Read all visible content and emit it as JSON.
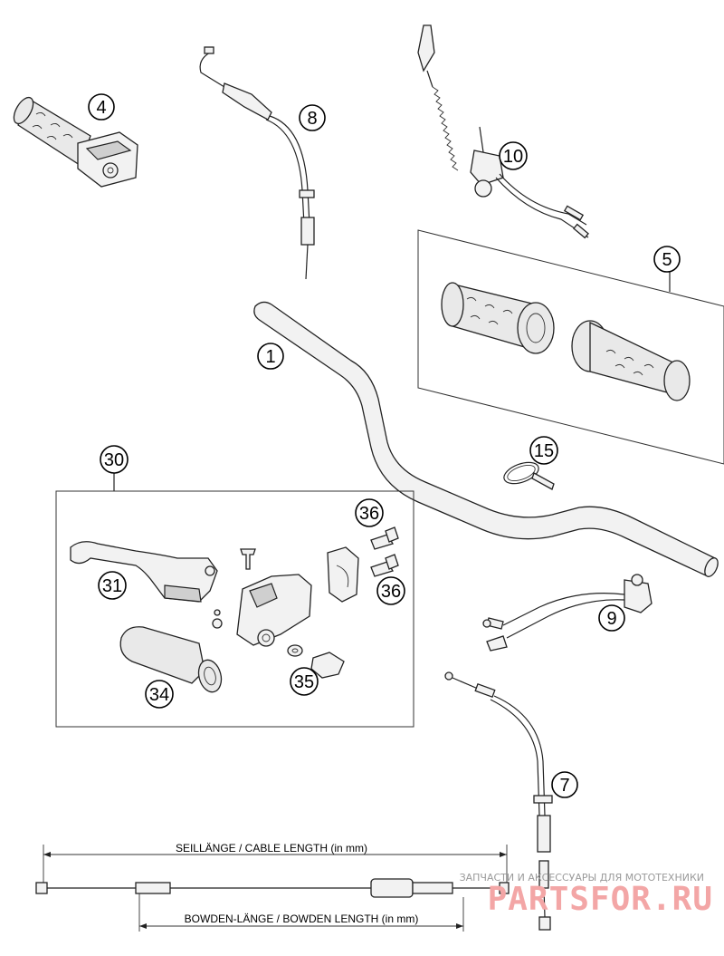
{
  "callouts": {
    "c1": "1",
    "c4": "4",
    "c5": "5",
    "c7": "7",
    "c8": "8",
    "c9": "9",
    "c10": "10",
    "c15": "15",
    "c30": "30",
    "c31": "31",
    "c34": "34",
    "c35": "35",
    "c36a": "36",
    "c36b": "36"
  },
  "dimensions": {
    "cable_length": "SEILLÄNGE / CABLE LENGTH (in mm)",
    "bowden_length": "BOWDEN-LÄNGE / BOWDEN LENGTH (in mm)"
  },
  "watermark": {
    "tagline": "ЗАПЧАСТИ И АКСЕССУАРЫ ДЛЯ МОТОТЕХНИКИ",
    "brand": "PARTSFOR.RU",
    "color": "#f3a6a6"
  }
}
